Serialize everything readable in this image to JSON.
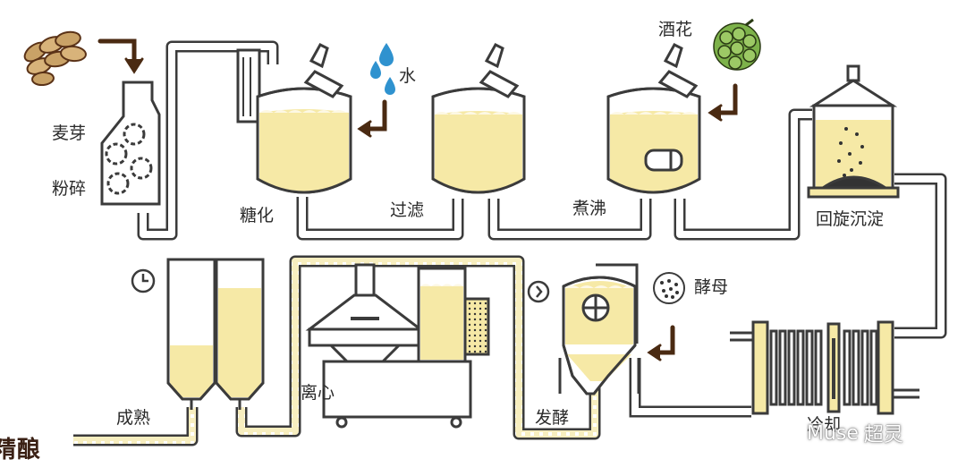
{
  "colors": {
    "beer": "#f6e9a6",
    "foam": "#fdf8e4",
    "outline": "#3b3b3b",
    "brown": "#5a3217",
    "blue": "#2f92cf",
    "hop": "#7db24a"
  },
  "stages": {
    "mill_top": "麦芽",
    "mill_bottom": "粉碎",
    "mash": "糖化",
    "water": "水",
    "lauter": "过滤",
    "boil": "煮沸",
    "hops": "酒花",
    "whirlpool": "回旋沉淀",
    "cool": "冷却",
    "yeast": "酵母",
    "ferment": "发酵",
    "centrifuge": "离心",
    "mature": "成熟"
  },
  "brand_partial": "精酿",
  "watermark": {
    "name": "Muse",
    "suffix": "超灵"
  }
}
